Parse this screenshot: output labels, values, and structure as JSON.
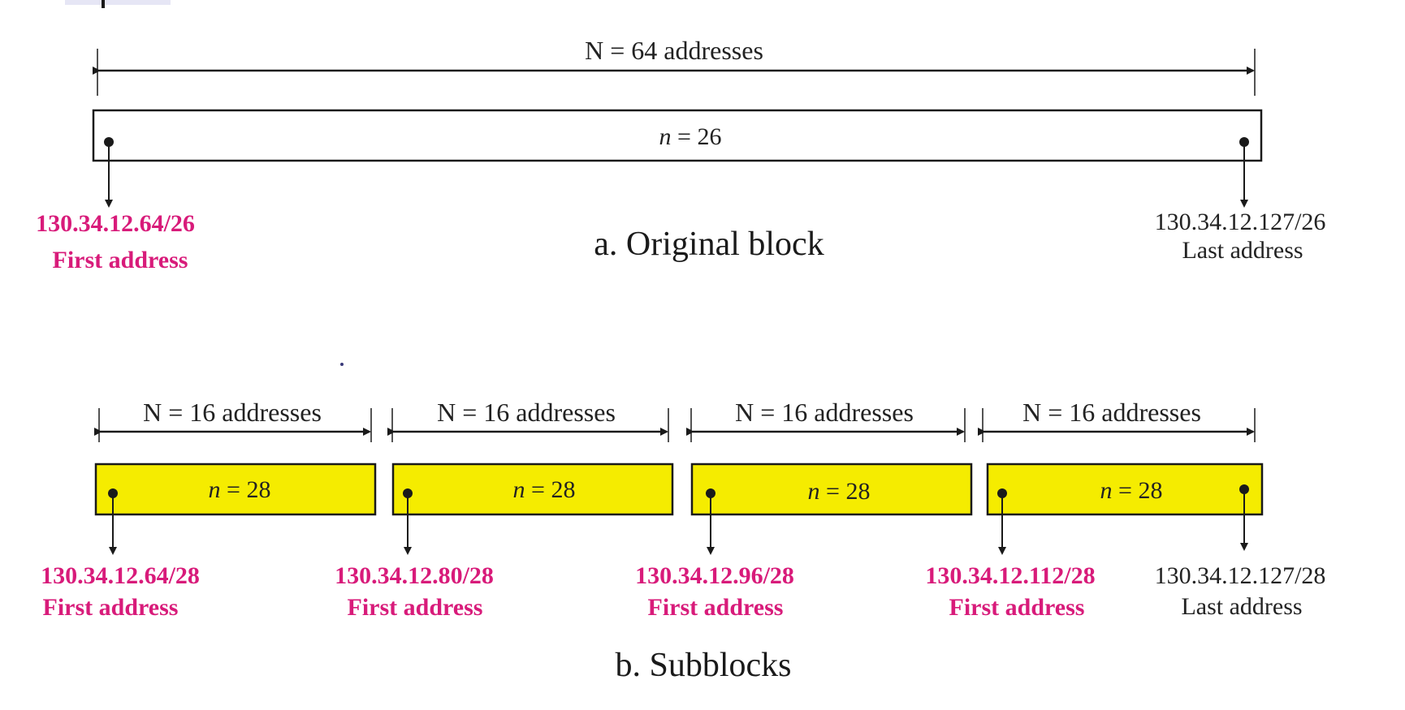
{
  "diagram": {
    "original": {
      "span_label": "N = 64 addresses",
      "n_italic": "n",
      "n_rest": " = 26",
      "first": {
        "address": "130.34.12.64/26",
        "role": "First address"
      },
      "last": {
        "address": "130.34.12.127/26",
        "role": "Last address"
      },
      "caption": "a. Original block"
    },
    "subblocks": [
      {
        "span_label": "N = 16 addresses",
        "n_italic": "n",
        "n_rest": " = 28",
        "first": {
          "address": "130.34.12.64/28",
          "role": "First address"
        }
      },
      {
        "span_label": "N = 16 addresses",
        "n_italic": "n",
        "n_rest": " = 28",
        "first": {
          "address": "130.34.12.80/28",
          "role": "First address"
        }
      },
      {
        "span_label": "N = 16 addresses",
        "n_italic": "n",
        "n_rest": " = 28",
        "first": {
          "address": "130.34.12.96/28",
          "role": "First address"
        }
      },
      {
        "span_label": "N = 16 addresses",
        "n_italic": "n",
        "n_rest": " = 28",
        "first": {
          "address": "130.34.12.112/28",
          "role": "First address"
        },
        "last": {
          "address": "130.34.12.127/28",
          "role": "Last address"
        }
      }
    ],
    "subblocks_caption": "b. Subblocks",
    "colors": {
      "accent_pink": "#d81b7a",
      "subblock_fill": "#f5ec00",
      "stroke": "#1a1a1a"
    }
  }
}
